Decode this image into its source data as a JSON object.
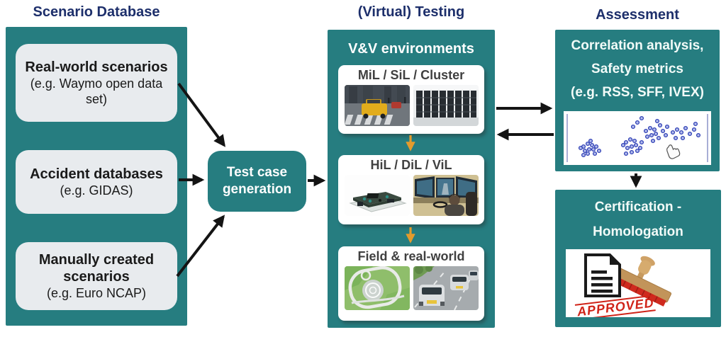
{
  "colors": {
    "teal": "#267d80",
    "title_navy": "#1d2f6b",
    "gray_box": "#e8ebee",
    "black_arrow": "#141414",
    "orange_arrow": "#e49b2c",
    "stamp_red": "#d02318",
    "scatter_blue": "#2f3fb5"
  },
  "scenario_database": {
    "title": "Scenario Database",
    "items": [
      {
        "title": "Real-world scenarios",
        "subtitle": "(e.g. Waymo open data set)"
      },
      {
        "title": "Accident databases",
        "subtitle": "(e.g. GIDAS)"
      },
      {
        "title": "Manually created scenarios",
        "subtitle": "(e.g. Euro NCAP)"
      }
    ]
  },
  "test_case": {
    "label": "Test case generation"
  },
  "virtual_testing": {
    "title": "(Virtual) Testing",
    "panel_title": "V&V environments",
    "levels": [
      {
        "label": "MiL / SiL / Cluster",
        "images": [
          "simulation-scene",
          "server-cluster"
        ]
      },
      {
        "label": "HiL / DiL / ViL",
        "images": [
          "ecu-hardware-board",
          "driving-simulator-cockpit"
        ]
      },
      {
        "label": "Field & real-world",
        "images": [
          "proving-ground-aerial",
          "highway-car-platoon"
        ]
      }
    ]
  },
  "assessment": {
    "title": "Assessment",
    "correlation": {
      "line1": "Correlation analysis,",
      "line2": "Safety metrics",
      "line3": "(e.g. RSS, SFF, IVEX)",
      "image": "correlation-scatter-plot"
    },
    "certification": {
      "line1": "Certification -",
      "line2": "Homologation",
      "image": "approved-stamp",
      "stamp_text": "APPROVED"
    }
  }
}
